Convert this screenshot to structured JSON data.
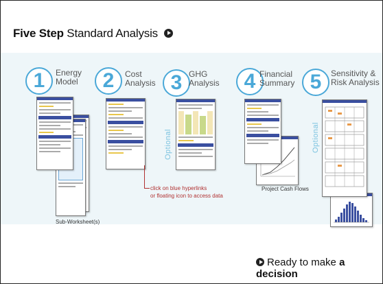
{
  "title": {
    "bold": "Five Step",
    "rest": " Standard Analysis"
  },
  "steps": [
    {
      "number": "1",
      "line1": "Energy",
      "line2": "Model"
    },
    {
      "number": "2",
      "line1": "Cost",
      "line2": "Analysis"
    },
    {
      "number": "3",
      "line1": "GHG",
      "line2": "Analysis"
    },
    {
      "number": "4",
      "line1": "Financial",
      "line2": "Summary"
    },
    {
      "number": "5",
      "line1": "Sensitivity &",
      "line2": "Risk Analysis"
    }
  ],
  "optional_label": "Optional",
  "note": {
    "line1": "click on blue hyperlinks",
    "line2": "or floating icon to access data"
  },
  "captions": {
    "sub_worksheets": "Sub-Worksheet(s)",
    "cash_flows": "Project Cash Flows"
  },
  "footer": {
    "prefix": "Ready to make ",
    "emphasis": "a decision"
  },
  "colors": {
    "accent": "#4aa8d8",
    "sheet_header": "#3a4fa0",
    "note": "#b03030"
  }
}
